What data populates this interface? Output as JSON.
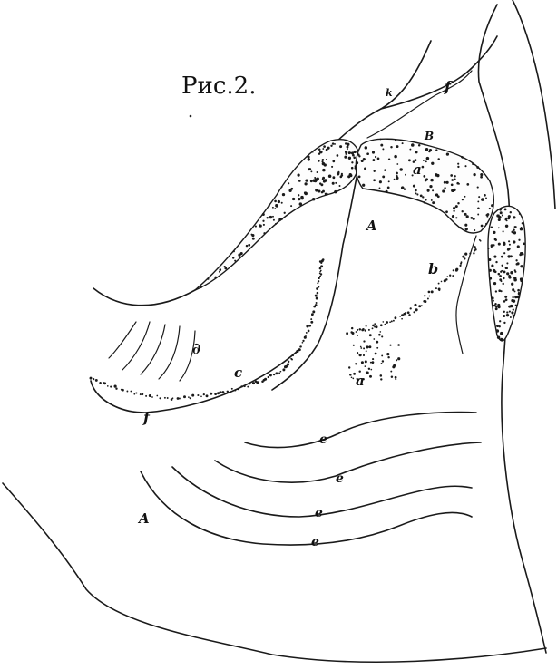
{
  "figure": {
    "title": "Рис.2.",
    "labels": {
      "A_upper": "A",
      "A_lower": "A",
      "B": "B",
      "a_upper": "a",
      "a_lower": "a",
      "b": "b",
      "c": "c",
      "d": "∂",
      "e1": "e",
      "e2": "e",
      "e3": "e",
      "e4": "e",
      "f_upper": "f",
      "f_lower": "f",
      "k": "k"
    }
  },
  "colors": {
    "ink": "#1a1a1a",
    "paper": "#ffffff"
  }
}
